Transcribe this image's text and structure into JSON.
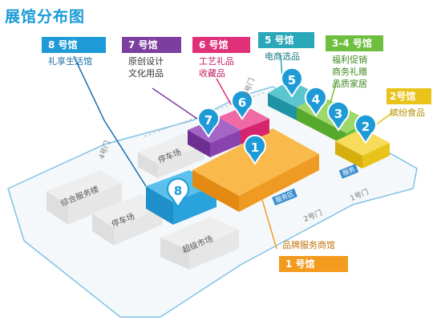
{
  "title": "展馆分布图",
  "halls": [
    {
      "id": "hall8",
      "number": "8",
      "name": "8 号馆",
      "desc": [
        "礼享生活馆"
      ],
      "color": "#1e9bd7"
    },
    {
      "id": "hall7",
      "number": "7",
      "name": "7 号馆",
      "desc": [
        "原创设计",
        "文化用品"
      ],
      "color": "#7b3fa0"
    },
    {
      "id": "hall6",
      "number": "6",
      "name": "6 号馆",
      "desc": [
        "工艺礼品",
        "收藏品"
      ],
      "color": "#e0307a"
    },
    {
      "id": "hall5",
      "number": "5",
      "name": "5 号馆",
      "desc": [
        "电商选品"
      ],
      "color": "#2aa7b8"
    },
    {
      "id": "hall34",
      "number": "3-4",
      "name": "3-4 号馆",
      "desc": [
        "福利促销",
        "商务礼赠",
        "品质家居"
      ],
      "color": "#6fbf3f"
    },
    {
      "id": "hall2",
      "number": "2",
      "name": "2号馆",
      "desc": [
        "缤纷食品"
      ],
      "color": "#e9c31a"
    },
    {
      "id": "hall1",
      "number": "1",
      "name": "1 号馆",
      "desc": [
        "品牌服务商馆"
      ],
      "color": "#f29b1f"
    }
  ],
  "pins": [
    "1",
    "2",
    "3",
    "4",
    "5",
    "6",
    "7",
    "8"
  ],
  "buildings": {
    "service": "综合服务楼",
    "parking1": "停车场",
    "parking2": "停车场",
    "supermarket": "超级市场"
  },
  "gates": {
    "gate1": "1号门",
    "gate2": "2号门",
    "gate3": "3号门",
    "gate4": "4号门"
  },
  "small_labels": {
    "a": "服务区",
    "b": "服务"
  }
}
